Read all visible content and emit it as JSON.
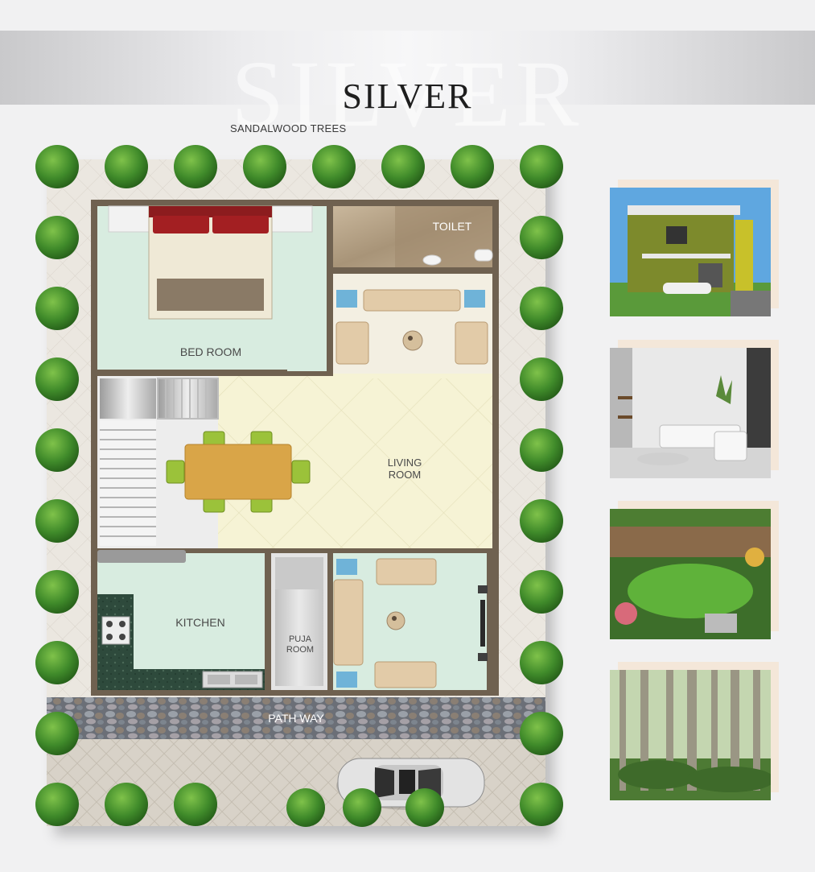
{
  "header": {
    "title": "SILVER",
    "watermark": "SILVER"
  },
  "plan": {
    "top_label": "SANDALWOOD TREES",
    "rooms": {
      "bedroom": "BED ROOM",
      "toilet": "TOILET",
      "living_line1": "LIVING",
      "living_line2": "ROOM",
      "kitchen": "KITCHEN",
      "puja_line1": "PUJA",
      "puja_line2": "ROOM",
      "pathway": "PATH WAY"
    }
  },
  "photos": [
    {
      "id": "exterior",
      "subject": "house-exterior"
    },
    {
      "id": "interior",
      "subject": "living-room-interior"
    },
    {
      "id": "garden",
      "subject": "lawn-garden"
    },
    {
      "id": "forest",
      "subject": "sandalwood-forest"
    }
  ],
  "colors": {
    "wall": "#6f6150",
    "tree": "#3f8a2a",
    "floor": "#f4f1cf",
    "green_room": "#d8ece0"
  }
}
